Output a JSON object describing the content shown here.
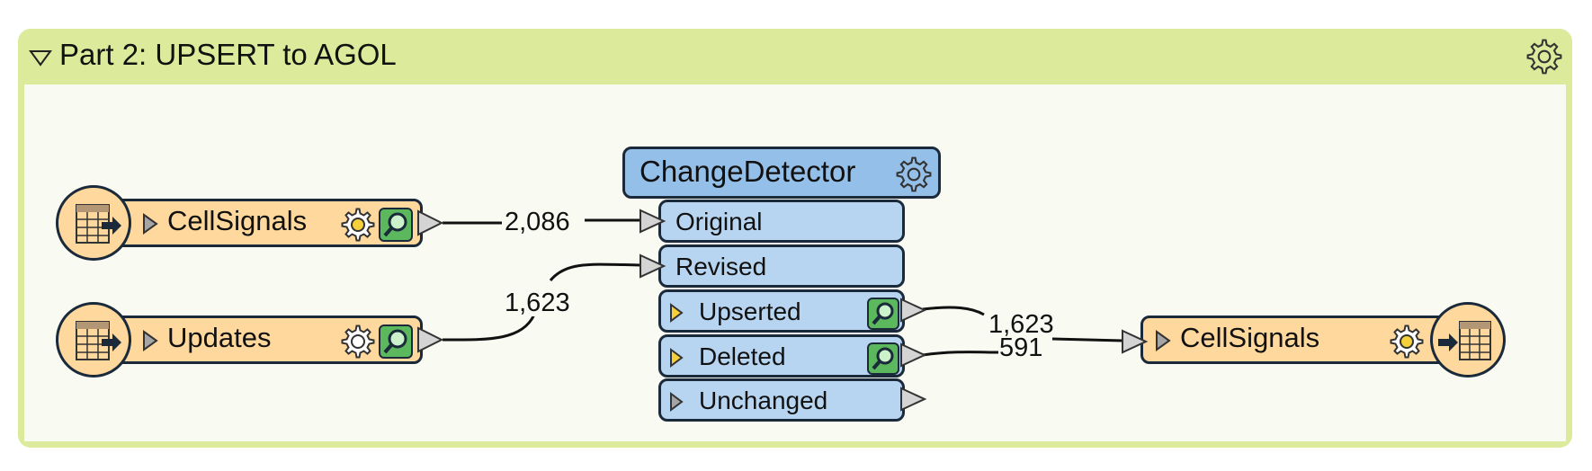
{
  "bookmark": {
    "title": "Part 2: UPSERT to AGOL",
    "color": "#dbeb9b"
  },
  "readers": [
    {
      "label": "CellSignals",
      "icon": "table-reader-icon"
    },
    {
      "label": "Updates",
      "icon": "table-reader-icon"
    }
  ],
  "writer": {
    "label": "CellSignals",
    "icon": "table-writer-icon"
  },
  "transformer": {
    "name": "ChangeDetector",
    "color": "#94bfe8",
    "input_ports": [
      "Original",
      "Revised"
    ],
    "output_ports": [
      "Upserted",
      "Deleted",
      "Unchanged"
    ]
  },
  "counts": {
    "reader1_to_original": "2,086",
    "reader2_to_revised": "1,623",
    "upserted_to_writer": "1,623",
    "deleted_to_writer": "591"
  },
  "colors": {
    "feature_type": "#fed89c",
    "port": "#b7d5f1",
    "inspect": "#5cb85c"
  }
}
